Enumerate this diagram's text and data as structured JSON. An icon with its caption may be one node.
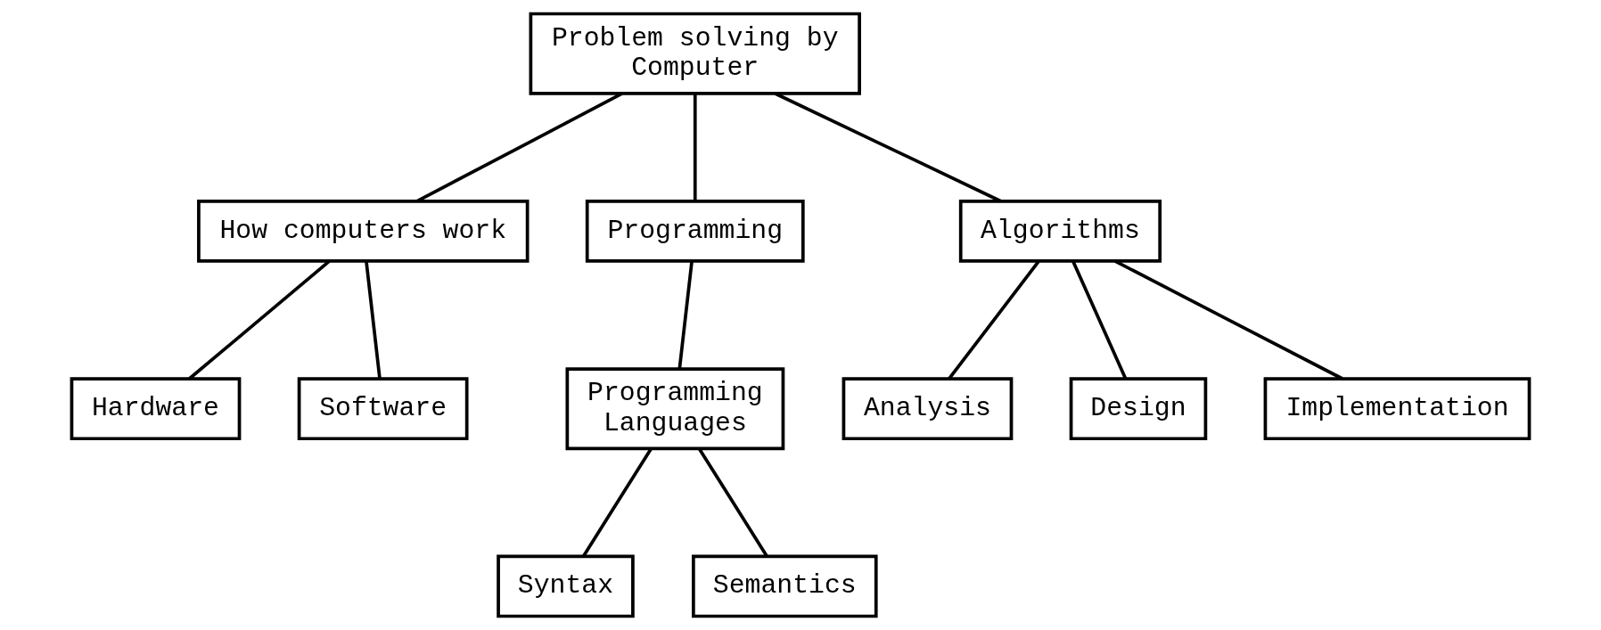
{
  "diagram": {
    "nodes": [
      {
        "text": [
          "Problem solving by Computer"
        ]
      },
      {
        "text": [
          "How computers work"
        ]
      },
      {
        "text": [
          "Programming"
        ]
      },
      {
        "text": [
          "Algorithms"
        ]
      },
      {
        "text": [
          "Hardware"
        ]
      },
      {
        "text": [
          "Software"
        ]
      },
      {
        "text": [
          "Programming Languages"
        ]
      },
      {
        "text": [
          "Analysis"
        ]
      },
      {
        "text": [
          "Design"
        ]
      },
      {
        "text": [
          "Implementation"
        ]
      },
      {
        "text": [
          "Syntax"
        ]
      },
      {
        "text": [
          "Semantics"
        ]
      }
    ],
    "edges": [
      {
        "from": 0,
        "to": 1,
        "arrow": "none"
      },
      {
        "from": 0,
        "to": 2,
        "arrow": "none"
      },
      {
        "from": 0,
        "to": 3,
        "arrow": "none"
      },
      {
        "from": 1,
        "to": 4,
        "arrow": "none"
      },
      {
        "from": 1,
        "to": 5,
        "arrow": "none"
      },
      {
        "from": 2,
        "to": 6,
        "arrow": "none"
      },
      {
        "from": 3,
        "to": 7,
        "arrow": "none"
      },
      {
        "from": 3,
        "to": 8,
        "arrow": "none"
      },
      {
        "from": 3,
        "to": 9,
        "arrow": "none"
      },
      {
        "from": 6,
        "to": 10,
        "arrow": "none"
      },
      {
        "from": 6,
        "to": 11,
        "arrow": "none"
      }
    ]
  }
}
